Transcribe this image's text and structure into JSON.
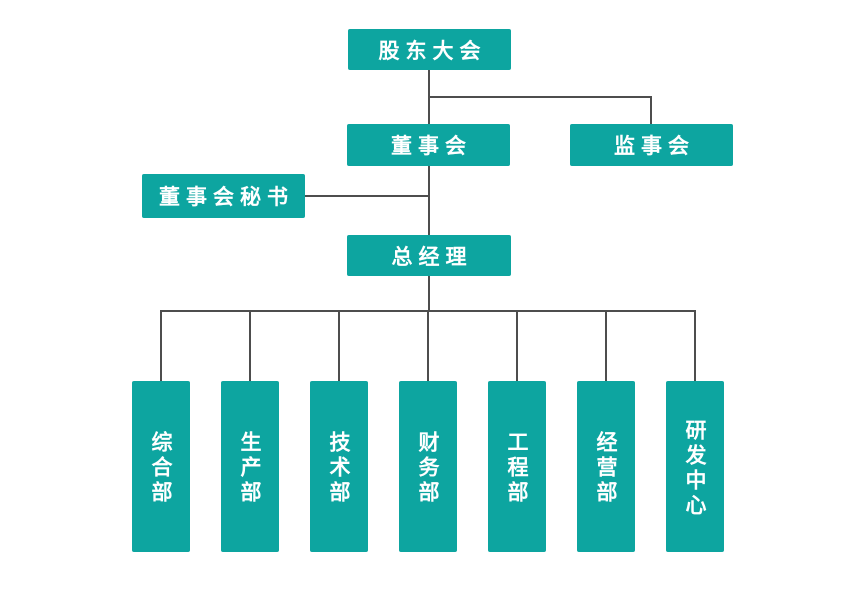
{
  "diagram": {
    "type": "org-chart",
    "colors": {
      "node_fill": "#0DA5A0",
      "node_text": "#FFFFFF",
      "connector": "#4D4D4D",
      "background": "#FFFFFF"
    },
    "nodes": {
      "shareholders_meeting": "股东大会",
      "board_of_directors": "董事会",
      "supervisory_board": "监事会",
      "board_secretary": "董事会秘书",
      "general_manager": "总经理",
      "departments": [
        "综合部",
        "生产部",
        "技术部",
        "财务部",
        "工程部",
        "经营部",
        "研发中心"
      ]
    },
    "edges": [
      {
        "from": "股东大会",
        "to": "董事会"
      },
      {
        "from": "股东大会",
        "to": "监事会"
      },
      {
        "from": "董事会",
        "to": "董事会秘书"
      },
      {
        "from": "董事会",
        "to": "总经理"
      },
      {
        "from": "总经理",
        "to": "综合部"
      },
      {
        "from": "总经理",
        "to": "生产部"
      },
      {
        "from": "总经理",
        "to": "技术部"
      },
      {
        "from": "总经理",
        "to": "财务部"
      },
      {
        "from": "总经理",
        "to": "工程部"
      },
      {
        "from": "总经理",
        "to": "经营部"
      },
      {
        "from": "总经理",
        "to": "研发中心"
      }
    ]
  }
}
